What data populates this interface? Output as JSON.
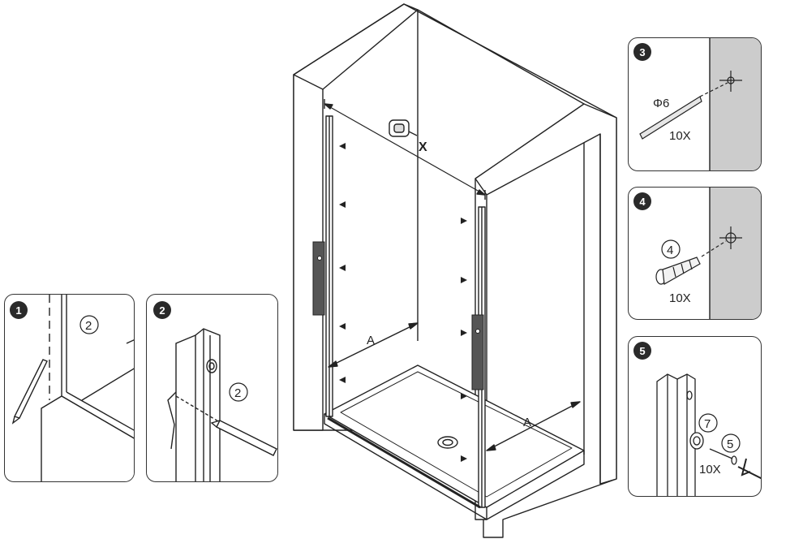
{
  "main": {
    "measure_label": "X",
    "dim_back": "A",
    "dim_side": "A"
  },
  "steps": [
    {
      "number": "1",
      "callout": "2"
    },
    {
      "number": "2",
      "callout": "2"
    },
    {
      "number": "3",
      "drill": "Φ6",
      "qty": "10X"
    },
    {
      "number": "4",
      "callout": "4",
      "qty": "10X"
    },
    {
      "number": "5",
      "callout_washer": "7",
      "callout_screw": "5",
      "qty": "10X"
    }
  ]
}
